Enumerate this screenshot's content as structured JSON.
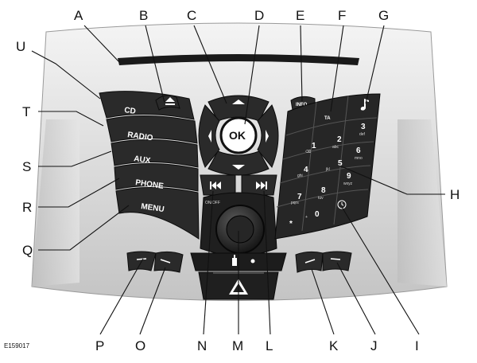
{
  "figure_id": "E159017",
  "callouts": [
    "A",
    "B",
    "C",
    "D",
    "E",
    "F",
    "G",
    "H",
    "I",
    "J",
    "K",
    "L",
    "M",
    "N",
    "O",
    "P",
    "Q",
    "R",
    "S",
    "T",
    "U"
  ],
  "keys": {
    "cd": "CD",
    "radio": "RADIO",
    "aux": "AUX",
    "phone": "PHONE",
    "menu": "MENU",
    "ok": "OK",
    "info": "INFO",
    "ta": "TA",
    "onoff": "ON/OFF"
  },
  "keypad": [
    {
      "digit": "1",
      "sub": "⌫"
    },
    {
      "digit": "2",
      "sub": "abc"
    },
    {
      "digit": "3",
      "sub": "def"
    },
    {
      "digit": "4",
      "sub": "ghi"
    },
    {
      "digit": "5",
      "sub": "jkl"
    },
    {
      "digit": "6",
      "sub": "mno"
    },
    {
      "digit": "7",
      "sub": "pqrs"
    },
    {
      "digit": "8",
      "sub": "tuv"
    },
    {
      "digit": "9",
      "sub": "wxyz"
    },
    {
      "digit": "*",
      "sub": ""
    },
    {
      "digit": "0",
      "sub": "+"
    }
  ],
  "icons": [
    "eject-icon",
    "music-note-icon",
    "clock-icon",
    "seek-back-icon",
    "seek-forward-icon",
    "hazard-icon",
    "lock-icon",
    "arrow-up-icon",
    "arrow-down-icon",
    "arrow-left-icon",
    "arrow-right-icon"
  ]
}
